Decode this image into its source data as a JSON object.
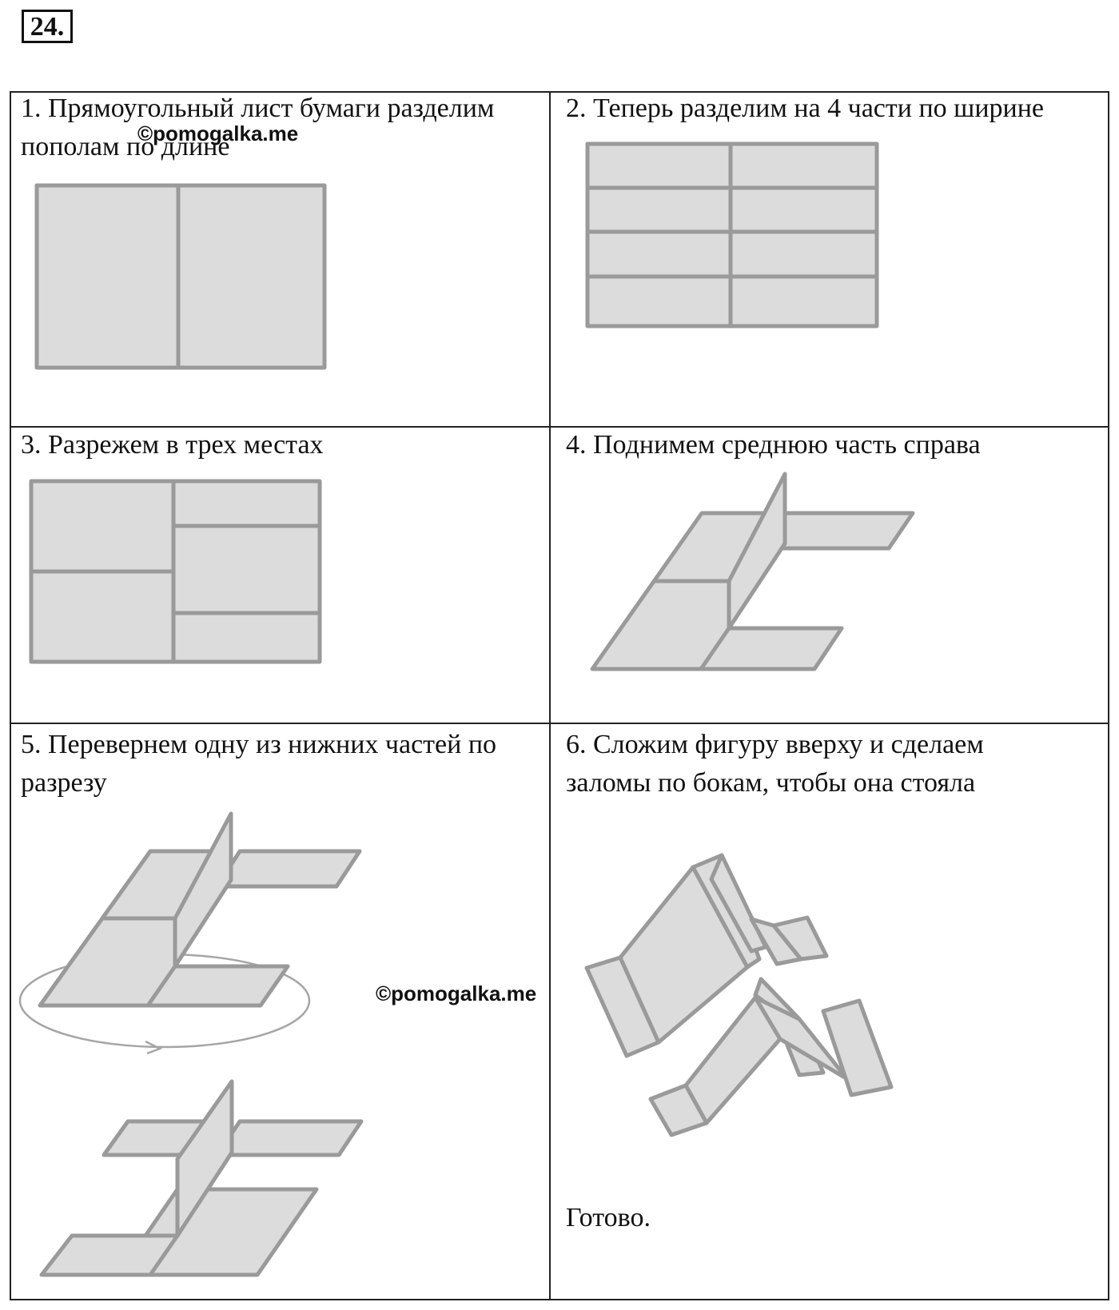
{
  "problem_number": "24.",
  "watermark": "©pomogalka.me",
  "steps": [
    {
      "text": "1. Прямоугольный лист бумаги разделим\nпополам по длине"
    },
    {
      "text": "2. Теперь разделим на 4 части по ширине"
    },
    {
      "text": "3. Разрежем в трех местах"
    },
    {
      "text": "4. Поднимем среднюю часть справа"
    },
    {
      "text": "5. Перевернем одну из нижних частей по\nразрезу"
    },
    {
      "text": "6. Сложим фигуру вверху и сделаем\nзаломы по бокам, чтобы она стояла"
    }
  ],
  "done_text": "Готово.",
  "colors": {
    "paper_fill": "#dcdcdc",
    "paper_stroke": "#9a9a9a",
    "border": "#222222"
  }
}
